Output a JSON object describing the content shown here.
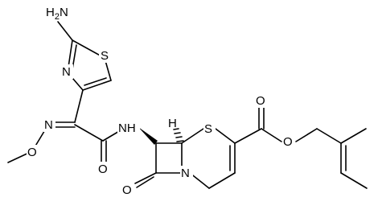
{
  "structure": {
    "labels": {
      "amino": "H2N",
      "thiazole_s": "S",
      "thiazole_n": "N",
      "oxime_n": "N",
      "oxime_o": "O",
      "amide_nh": "NH",
      "amide_o": "O",
      "h": "H",
      "ring_s": "S",
      "ring_n": "N",
      "lactam_o": "O",
      "ester_o_carbonyl": "O",
      "ester_o": "O"
    }
  }
}
